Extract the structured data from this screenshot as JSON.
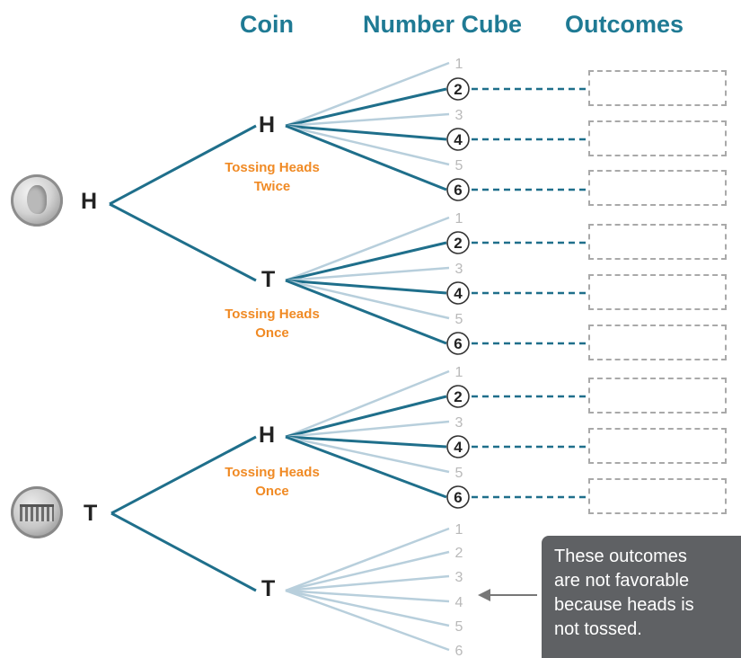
{
  "headers": {
    "coin": "Coin",
    "number_cube": "Number Cube",
    "outcomes": "Outcomes"
  },
  "first_toss": {
    "heads": "H",
    "tails": "T"
  },
  "second_toss": {
    "h_after_h": "H",
    "t_after_h": "T",
    "h_after_t": "H",
    "t_after_t": "T"
  },
  "notes": {
    "hh": [
      "Tossing Heads",
      "Twice"
    ],
    "ht": [
      "Tossing Heads",
      "Once"
    ],
    "th": [
      "Tossing Heads",
      "Once"
    ]
  },
  "cube_faces": [
    "1",
    "2",
    "3",
    "4",
    "5",
    "6"
  ],
  "favorable_faces": [
    "2",
    "4",
    "6"
  ],
  "callout_lines": [
    "These outcomes",
    "are not favorable",
    "because heads is",
    "not tossed."
  ],
  "colors": {
    "branch": "#1f6f8b",
    "faint_branch": "#b8cfdc",
    "header": "#1f7a94",
    "note": "#f08a24",
    "callout_bg": "#5f6164",
    "box_border": "#a9a9a9"
  },
  "icons": {
    "coin_heads": "nickel-heads-icon",
    "coin_tails": "nickel-tails-icon",
    "arrow": "arrow-left-icon"
  }
}
